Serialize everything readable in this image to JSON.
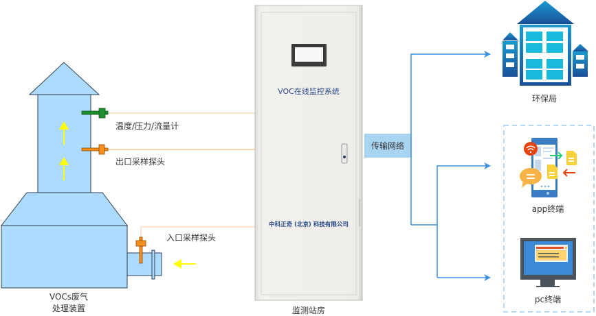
{
  "colors": {
    "equipment_fill": "#addaff",
    "network_line": "#3b8de0",
    "probe": "#f7901e",
    "sensor": "#1e8f2e",
    "flow_arrow": "#ffff00",
    "network_box": "#a8d4f2"
  },
  "equipment": {
    "label_line1": "VOCs废气",
    "label_line2": "处理装置"
  },
  "sensors": [
    {
      "label": "温度/压力/流量计"
    },
    {
      "label": "出口采样探头"
    },
    {
      "label": "入口采样探头"
    }
  ],
  "cabinet": {
    "title": "VOC在线监控系统",
    "company": "中科正奇 (北京) 科技有限公司",
    "label": "监测站房"
  },
  "network": {
    "label": "传输网络"
  },
  "destinations": [
    {
      "label": "环保局",
      "icon": "government-building-icon"
    },
    {
      "label": "app终端",
      "icon": "mobile-app-icon"
    },
    {
      "label": "pc终端",
      "icon": "pc-monitor-icon"
    }
  ]
}
